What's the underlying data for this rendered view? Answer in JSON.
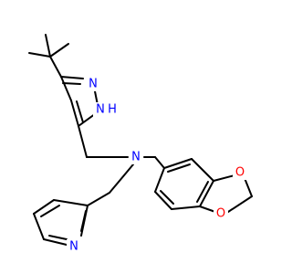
{
  "molecule": {
    "atom_labels": {
      "pyrazole_n2": "N",
      "pyrazole_n1h": "N",
      "pyrazole_h": "H",
      "amine_n": "N",
      "pyridine_n": "N",
      "dioxole_o1": "O",
      "dioxole_o2": "O"
    },
    "colors": {
      "bond": "#000000",
      "nitrogen": "#0000ff",
      "oxygen": "#ff0000",
      "hydrogen": "#0000ff"
    }
  }
}
